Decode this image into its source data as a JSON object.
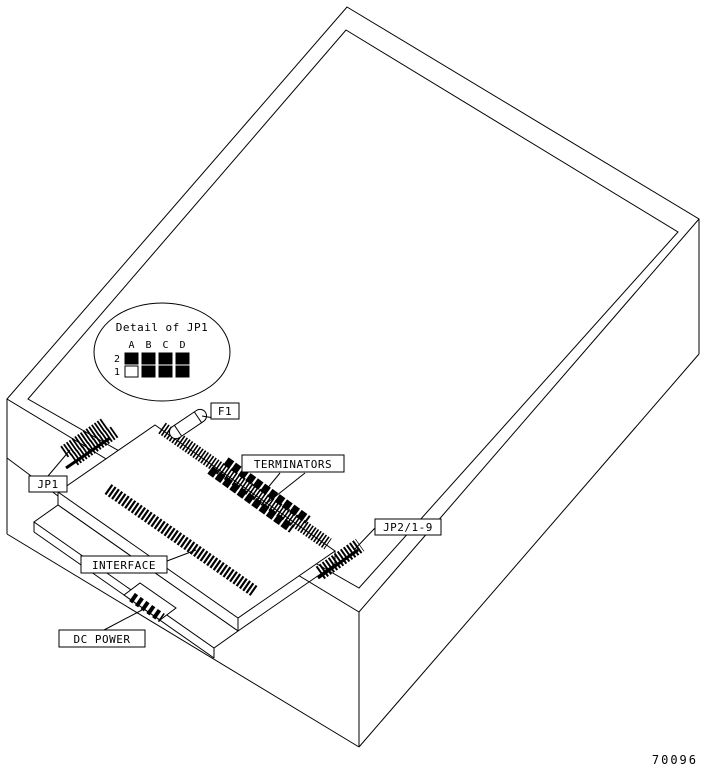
{
  "figure": {
    "part_number": "70096"
  },
  "detail": {
    "title": "Detail of JP1",
    "columns": [
      "A",
      "B",
      "C",
      "D"
    ],
    "rows": [
      "2",
      "1"
    ],
    "cell_fills": [
      [
        "#000000",
        "#000000",
        "#000000",
        "#000000"
      ],
      [
        "#ffffff",
        "#000000",
        "#000000",
        "#000000"
      ]
    ]
  },
  "labels": {
    "f1": "F1",
    "terminators": "TERMINATORS",
    "jp1": "JP1",
    "jp2": "JP2/1-9",
    "interface": "INTERFACE",
    "dc_power": "DC POWER"
  },
  "colors": {
    "line": "#000000",
    "background": "#ffffff"
  }
}
